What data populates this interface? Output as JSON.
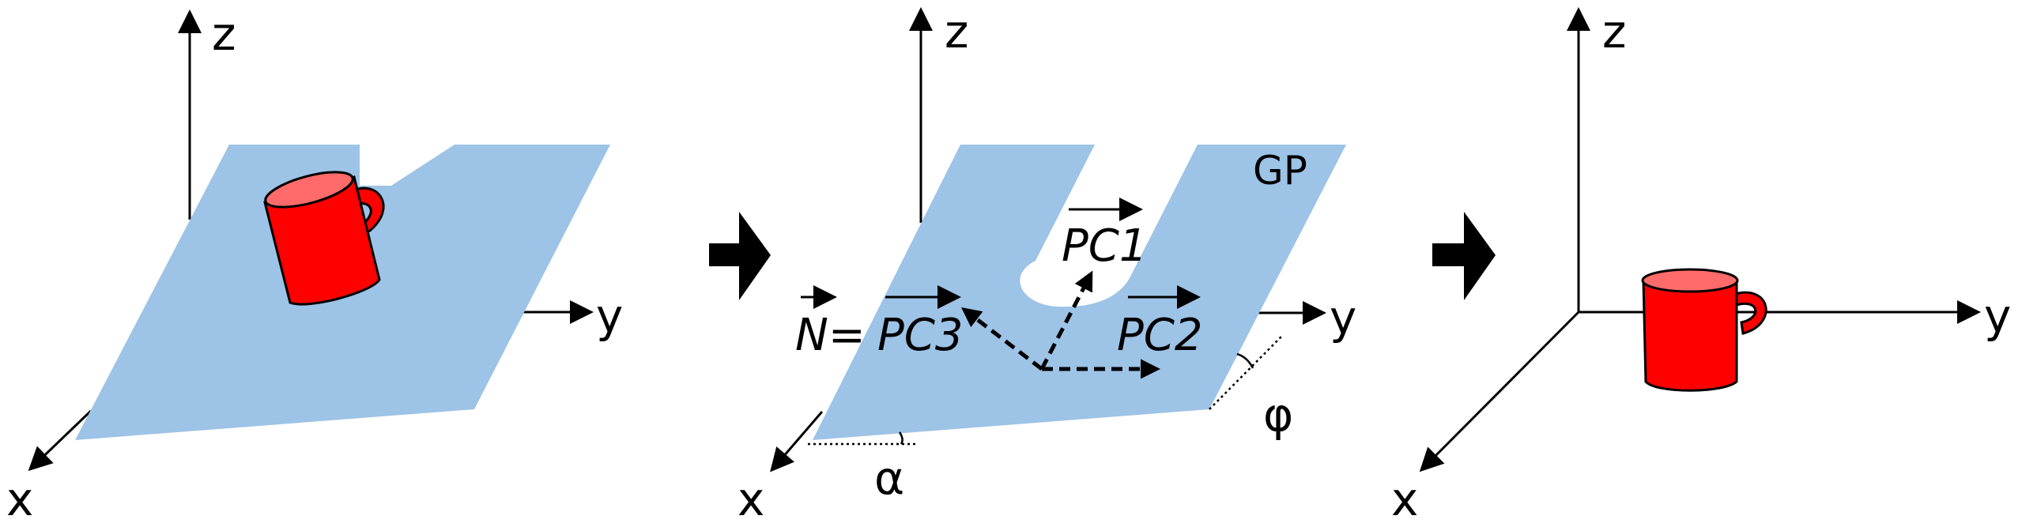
{
  "panel_left": {
    "axis_labels": {
      "z": "z",
      "y": "y",
      "x": "x"
    }
  },
  "panel_middle": {
    "axis_labels": {
      "z": "z",
      "y": "y",
      "x": "x"
    },
    "plane_label": "GP",
    "vector_labels": {
      "pc1": "PC1",
      "pc2": "PC2",
      "pc3": "PC3",
      "normal": "N="
    },
    "angle_labels": {
      "alpha": "α",
      "phi": "φ"
    }
  },
  "panel_right": {
    "axis_labels": {
      "z": "z",
      "y": "y",
      "x": "x"
    }
  },
  "colors": {
    "plane": "#9dc3e6",
    "mug_body": "#ff0000",
    "mug_top": "#ff6b6b",
    "line": "#000000"
  },
  "icons": [
    "right-arrow-icon",
    "right-arrow-icon",
    "mug-icon",
    "mug-icon"
  ]
}
